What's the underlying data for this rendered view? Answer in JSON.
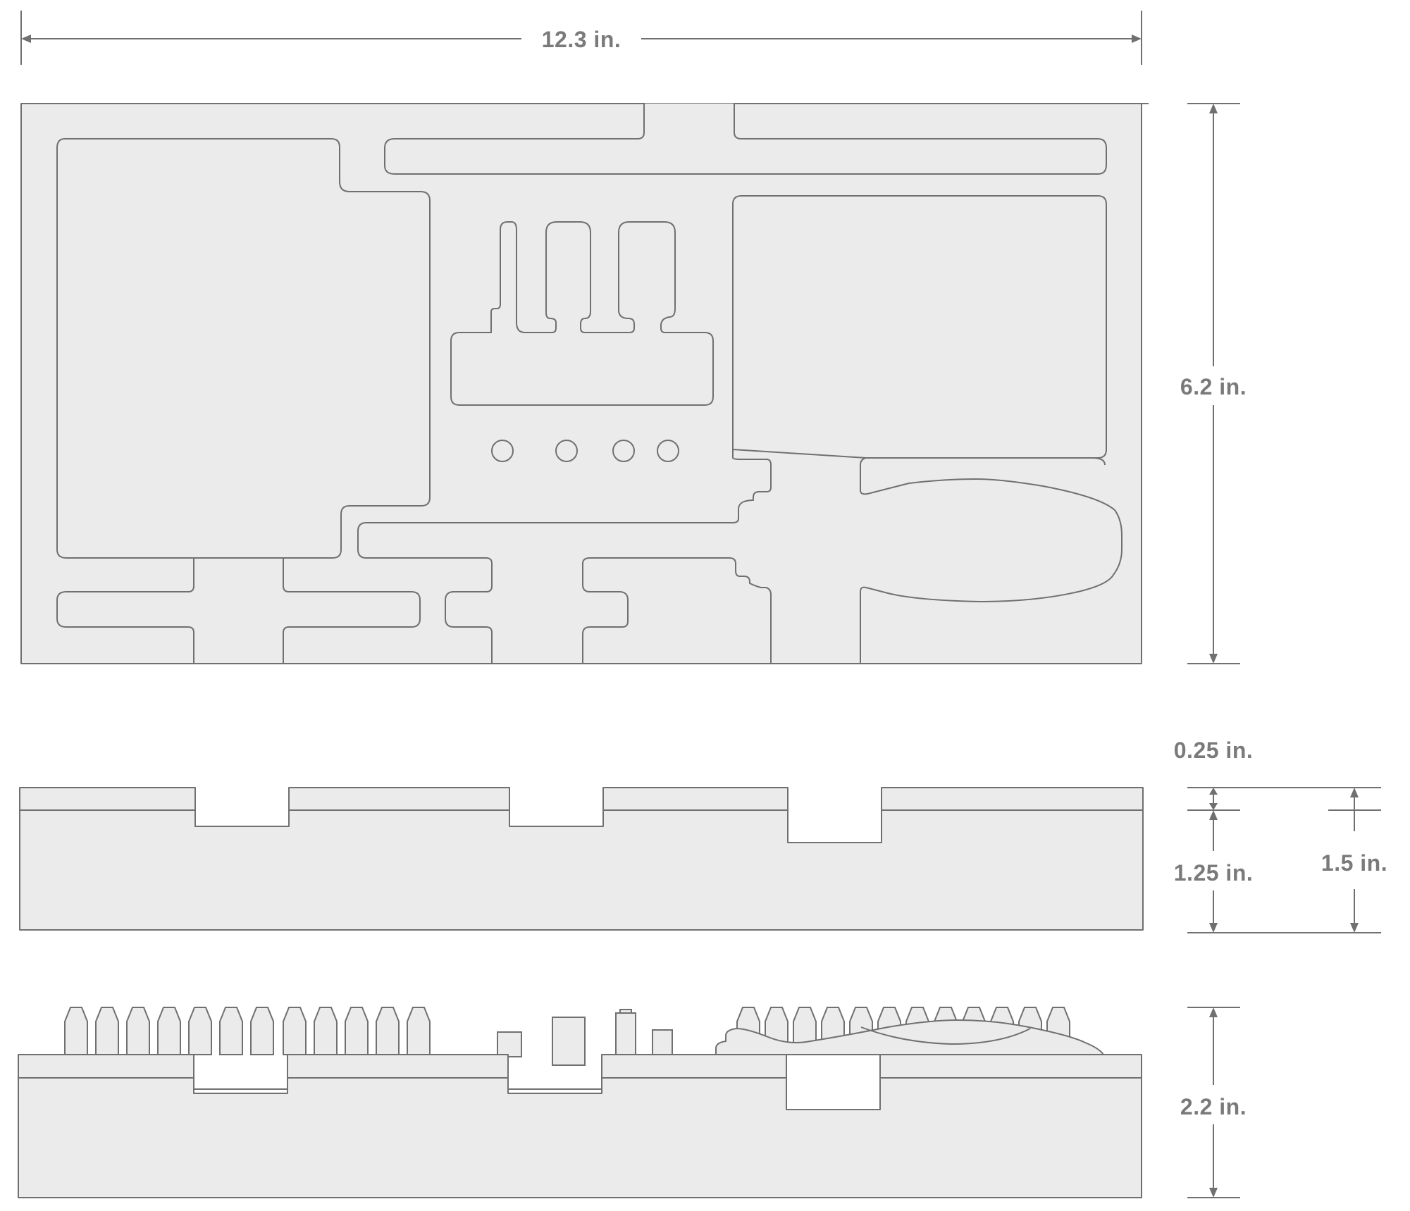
{
  "dimensions": {
    "width": "12.3 in.",
    "depth": "6.2 in.",
    "top_layer": "0.25 in.",
    "pocket_depth": "1.25 in.",
    "total_foam": "1.5 in.",
    "tool_height": "2.2 in."
  },
  "colors": {
    "foam": "#ebebeb",
    "outline": "#707070",
    "label": "#7a7a7a"
  }
}
